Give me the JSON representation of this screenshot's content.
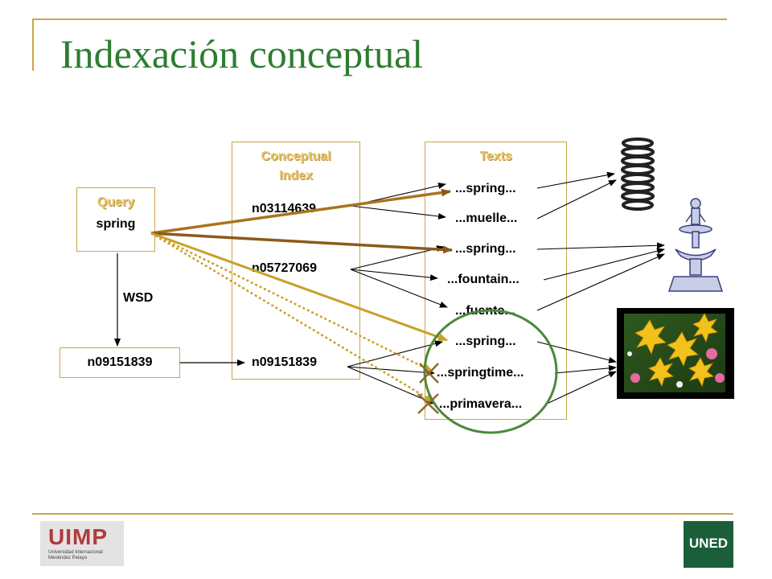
{
  "title": "Indexación conceptual",
  "query": {
    "header": "Query",
    "term": "spring"
  },
  "wsd_label": "WSD",
  "disambiguated_sense": "n09151839",
  "conceptual_index": {
    "header_line1": "Conceptual",
    "header_line2": "Index",
    "senses": [
      "n03114639",
      "n05727069",
      "n09151839"
    ]
  },
  "texts": {
    "header": "Texts",
    "items": [
      "...spring...",
      "...muelle...",
      "...spring...",
      "...fountain...",
      "...fuente...",
      "...spring...",
      "...springtime...",
      "...primavera..."
    ]
  },
  "images": [
    {
      "name": "coil-spring",
      "depicts": "metal coil spring"
    },
    {
      "name": "fountain",
      "depicts": "fountain with statue"
    },
    {
      "name": "flowers",
      "depicts": "yellow lilies"
    }
  ],
  "logos": {
    "uimp": {
      "name": "UIMP",
      "line1": "Universidad Internacional",
      "line2": "Menéndez Pelayo"
    },
    "uned": {
      "name": "UNED"
    }
  },
  "colors": {
    "title": "#2e7d32",
    "border": "#c9a64a",
    "arrow_gold": "#c9a12a",
    "arrow_dark": "#8b5a1b",
    "circle": "#4a8a3a",
    "cross": "#8b6a2a"
  }
}
